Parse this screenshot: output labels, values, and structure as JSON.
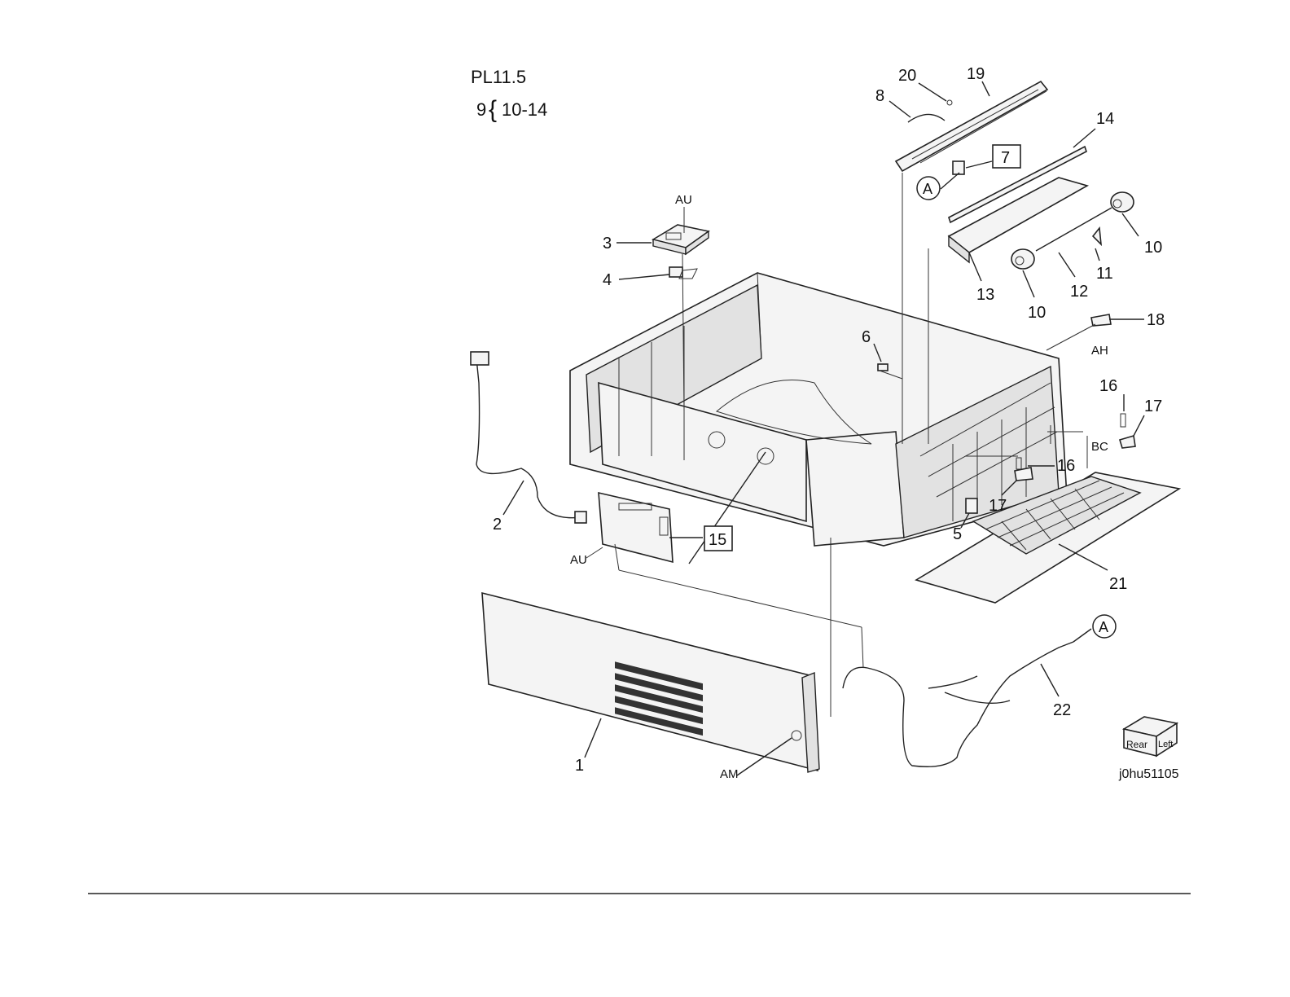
{
  "header": {
    "plate": "PL11.5",
    "group_main": "9",
    "group_range": "10-14"
  },
  "figure_id": "j0hu51105",
  "orientation_cube": {
    "face1": "Rear",
    "face2": "Left"
  },
  "callouts": {
    "c1": "1",
    "c2": "2",
    "c3": "3",
    "c4": "4",
    "c5": "5",
    "c6": "6",
    "c7": "7",
    "c8": "8",
    "c10a": "10",
    "c10b": "10",
    "c11": "11",
    "c12": "12",
    "c13": "13",
    "c14": "14",
    "c15": "15",
    "c16a": "16",
    "c16b": "16",
    "c17a": "17",
    "c17b": "17",
    "c18": "18",
    "c19": "19",
    "c20": "20",
    "c21": "21",
    "c22": "22"
  },
  "refs": {
    "au_top": "AU",
    "au_bottom": "AU",
    "am": "AM",
    "ah": "AH",
    "bc": "BC",
    "a_top": "A",
    "a_bottom": "A"
  },
  "colors": {
    "line": "#222222",
    "part_fill": "#f4f4f4",
    "background": "#ffffff"
  }
}
